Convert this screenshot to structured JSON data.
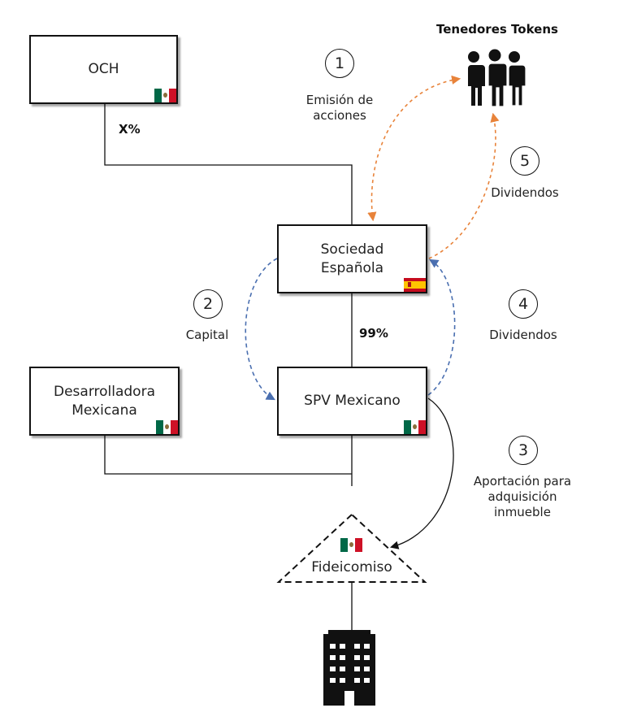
{
  "entities": {
    "och": "OCH",
    "sociedad": "Sociedad\nEspañola",
    "spv": "SPV Mexicano",
    "desarrolladora": "Desarrolladora\nMexicana",
    "fideicomiso": "Fideicomiso",
    "holders": "Tenedores Tokens"
  },
  "ownership": {
    "och": "X%",
    "sociedad": "99%"
  },
  "steps": [
    {
      "number": "1",
      "label": "Emisión de\nacciones"
    },
    {
      "number": "2",
      "label": "Capital"
    },
    {
      "number": "3",
      "label": "Aportación para\nadquisición\ninmueble"
    },
    {
      "number": "4",
      "label": "Dividendos"
    },
    {
      "number": "5",
      "label": "Dividendos"
    }
  ],
  "icons": {
    "holders": "people-icon",
    "building": "building-icon",
    "mexico": "mexico-flag-icon",
    "spain": "spain-flag-icon"
  },
  "colors": {
    "orange_flow": "#e8833a",
    "blue_flow": "#4a6fb0",
    "line": "#111111"
  }
}
